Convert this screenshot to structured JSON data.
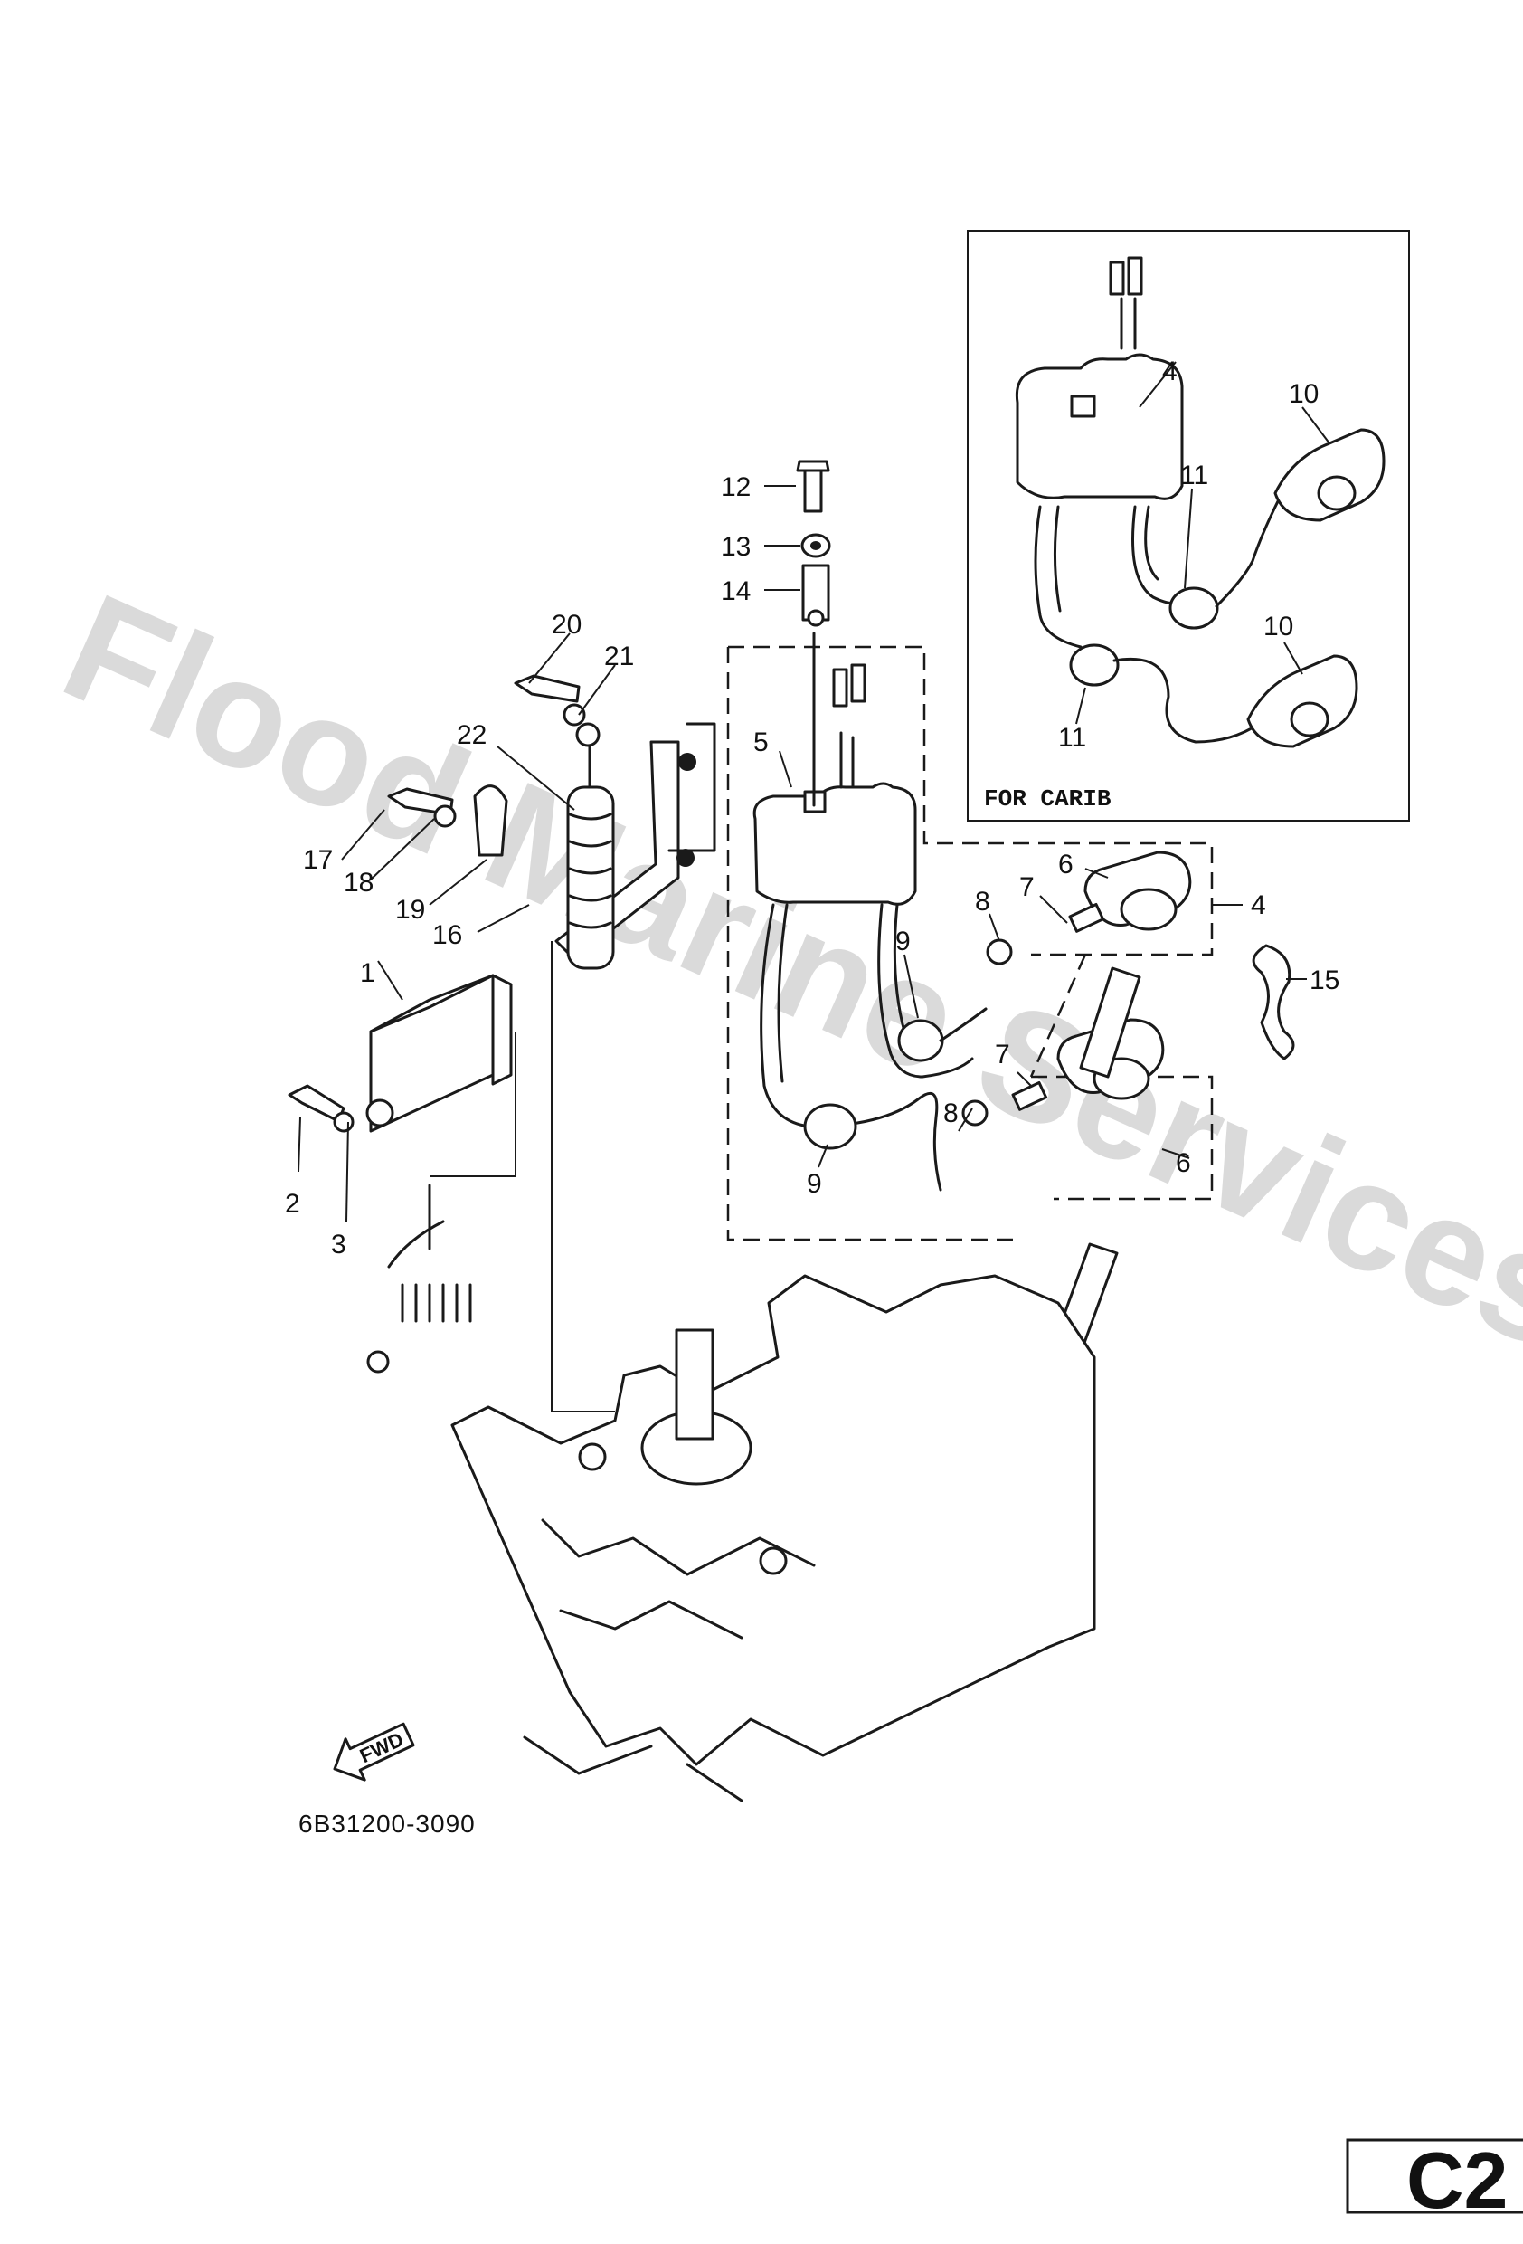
{
  "diagram": {
    "watermark": "Flood Marine Services",
    "part_code": "6B31200-3090",
    "inset_label": "FOR CARIB",
    "fwd_label": "FWD",
    "page_code": "C2",
    "callouts": {
      "c1": "1",
      "c2": "2",
      "c3": "3",
      "c4": "4",
      "c5": "5",
      "c6": "6",
      "c7": "7",
      "c8": "8",
      "c9": "9",
      "c10": "10",
      "c11": "11",
      "c12": "12",
      "c13": "13",
      "c14": "14",
      "c15": "15",
      "c16": "16",
      "c17": "17",
      "c18": "18",
      "c19": "19",
      "c20": "20",
      "c21": "21",
      "c22": "22"
    }
  }
}
